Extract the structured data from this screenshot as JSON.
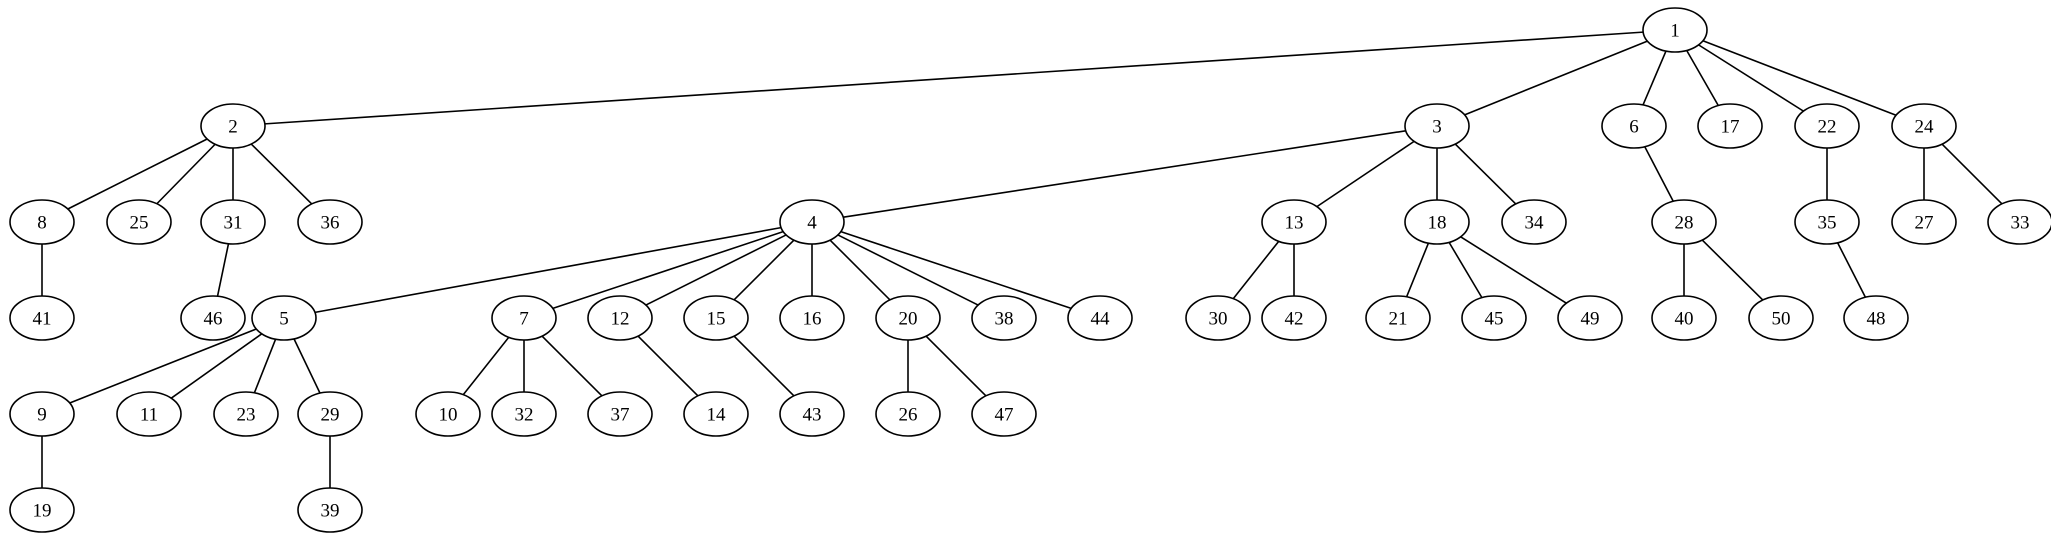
{
  "diagram": {
    "type": "tree",
    "root": "1",
    "nodes": [
      "1",
      "2",
      "3",
      "4",
      "5",
      "6",
      "7",
      "8",
      "9",
      "10",
      "11",
      "12",
      "13",
      "14",
      "15",
      "16",
      "17",
      "18",
      "19",
      "20",
      "21",
      "22",
      "23",
      "24",
      "25",
      "26",
      "27",
      "28",
      "29",
      "30",
      "31",
      "32",
      "33",
      "34",
      "35",
      "36",
      "37",
      "38",
      "39",
      "40",
      "41",
      "42",
      "43",
      "44",
      "45",
      "46",
      "47",
      "48",
      "49",
      "50"
    ],
    "edges": [
      [
        "1",
        "2"
      ],
      [
        "1",
        "3"
      ],
      [
        "1",
        "6"
      ],
      [
        "1",
        "17"
      ],
      [
        "1",
        "22"
      ],
      [
        "1",
        "24"
      ],
      [
        "2",
        "8"
      ],
      [
        "2",
        "25"
      ],
      [
        "2",
        "31"
      ],
      [
        "2",
        "36"
      ],
      [
        "3",
        "4"
      ],
      [
        "3",
        "13"
      ],
      [
        "3",
        "18"
      ],
      [
        "3",
        "34"
      ],
      [
        "6",
        "28"
      ],
      [
        "22",
        "35"
      ],
      [
        "24",
        "27"
      ],
      [
        "24",
        "33"
      ],
      [
        "8",
        "41"
      ],
      [
        "31",
        "46"
      ],
      [
        "4",
        "5"
      ],
      [
        "4",
        "7"
      ],
      [
        "4",
        "12"
      ],
      [
        "4",
        "15"
      ],
      [
        "4",
        "16"
      ],
      [
        "4",
        "20"
      ],
      [
        "4",
        "38"
      ],
      [
        "4",
        "44"
      ],
      [
        "13",
        "30"
      ],
      [
        "13",
        "42"
      ],
      [
        "18",
        "21"
      ],
      [
        "18",
        "45"
      ],
      [
        "18",
        "49"
      ],
      [
        "28",
        "40"
      ],
      [
        "28",
        "50"
      ],
      [
        "35",
        "48"
      ],
      [
        "5",
        "9"
      ],
      [
        "5",
        "11"
      ],
      [
        "5",
        "23"
      ],
      [
        "5",
        "29"
      ],
      [
        "7",
        "10"
      ],
      [
        "7",
        "32"
      ],
      [
        "7",
        "37"
      ],
      [
        "12",
        "14"
      ],
      [
        "15",
        "43"
      ],
      [
        "20",
        "26"
      ],
      [
        "20",
        "47"
      ],
      [
        "9",
        "19"
      ],
      [
        "29",
        "39"
      ]
    ]
  }
}
